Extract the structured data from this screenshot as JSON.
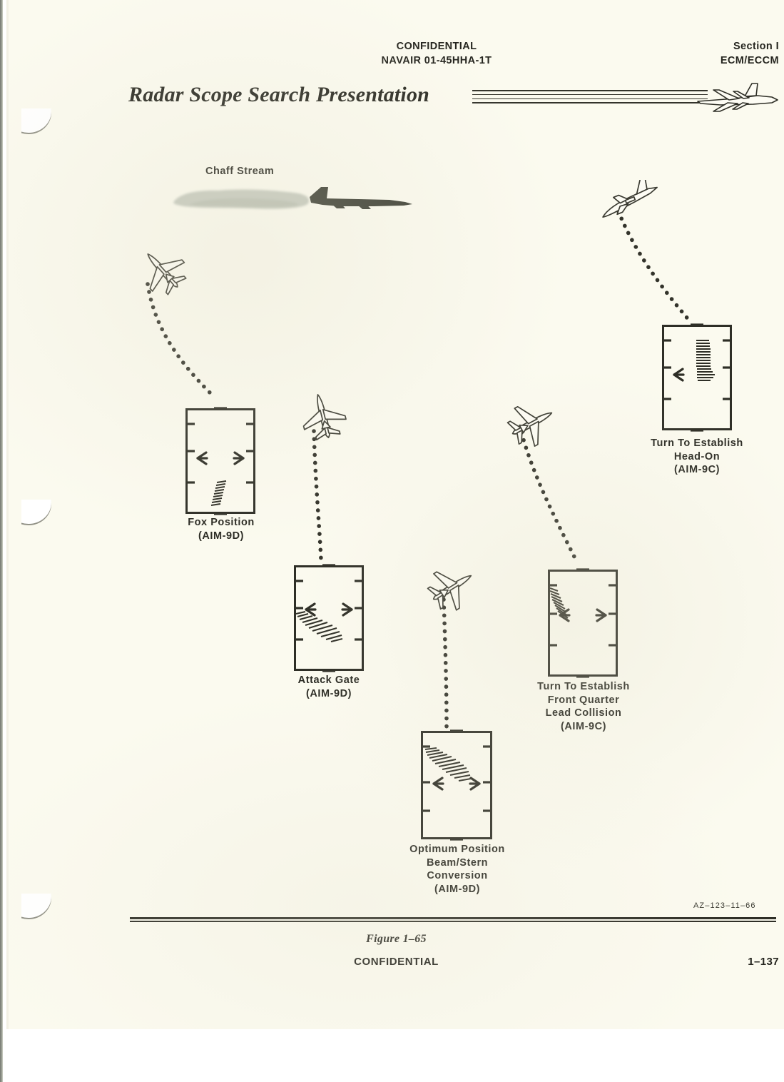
{
  "header": {
    "classification": "CONFIDENTIAL",
    "manual_id": "NAVAIR 01-45HHA-1T",
    "section": "Section I",
    "subsection": "ECM/ECCM"
  },
  "figure": {
    "title": "Radar Scope Search Presentation",
    "figure_number": "Figure 1–65",
    "drawing_code": "AZ–123–11–66",
    "page_number": "1–137",
    "footer_classification": "CONFIDENTIAL"
  },
  "annotations": {
    "chaff_stream": "Chaff Stream"
  },
  "scopes": [
    {
      "id": "fox-position",
      "caption": "Fox Position\n(AIM-9D)",
      "missile": "AIM-9D",
      "blip": "short diagonal hatched return, lower-center-left of scope"
    },
    {
      "id": "attack-gate",
      "caption": "Attack Gate\n(AIM-9D)",
      "missile": "AIM-9D",
      "blip": "long diagonal hatched return from mid-left edge toward center"
    },
    {
      "id": "optimum-position",
      "caption": "Optimum Position\nBeam/Stern\nConversion\n(AIM-9D)",
      "missile": "AIM-9D",
      "blip": "long diagonal hatched return from upper-left toward center"
    },
    {
      "id": "turn-front-quarter",
      "caption": "Turn To Establish\nFront Quarter\nLead Collision\n(AIM-9C)",
      "missile": "AIM-9C",
      "blip": "short steep hatched return at left edge, upper half"
    },
    {
      "id": "turn-head-on",
      "caption": "Turn To Establish\nHead-On\n(AIM-9C)",
      "missile": "AIM-9C",
      "blip": "vertical hatched return on right side of scope"
    }
  ],
  "aircraft": [
    {
      "id": "chaff-bomber",
      "kind": "bomber-silhouette-filled",
      "heading": "right"
    },
    {
      "id": "title-plane",
      "kind": "bomber-silhouette-outline",
      "heading": "right"
    },
    {
      "id": "fighter-fox",
      "kind": "fighter-planform",
      "heading": "up-left"
    },
    {
      "id": "fighter-attack-gate",
      "kind": "fighter-planform",
      "heading": "up"
    },
    {
      "id": "fighter-optimum",
      "kind": "fighter-planform",
      "heading": "up-right"
    },
    {
      "id": "fighter-front-quarter",
      "kind": "fighter-planform",
      "heading": "up-right"
    },
    {
      "id": "fighter-head-on",
      "kind": "fighter-profile",
      "heading": "up-right"
    }
  ],
  "colors": {
    "paper": "#fbfaef",
    "ink": "#2e2e26",
    "chaff": "#c2c6bb",
    "bomber_fill": "#3a3c32"
  }
}
